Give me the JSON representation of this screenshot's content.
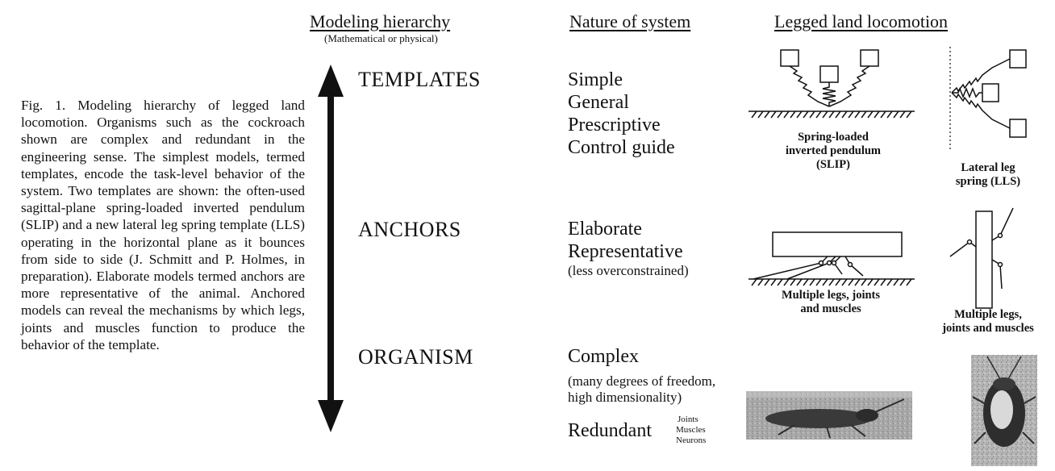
{
  "caption": "Fig. 1. Modeling hierarchy of legged land locomotion. Organisms such as the cockroach shown are complex and redundant in the engineering sense. The simplest models, termed templates, encode the task-level behavior of the system. Two templates are shown: the often-used sagittal-plane spring-loaded inverted pendulum (SLIP) and a new lateral leg spring template (LLS) operating in the horizontal plane as it bounces from side to side (J. Schmitt and P. Holmes, in preparation). Elaborate models termed anchors are more representative of the animal. Anchored models can reveal the mechanisms by which legs, joints and muscles function to produce the behavior of the template.",
  "headers": {
    "hierarchy": "Modeling hierarchy",
    "hierarchy_sub": "(Mathematical or physical)",
    "nature": "Nature of system",
    "locomotion": "Legged land locomotion"
  },
  "levels": {
    "templates": "TEMPLATES",
    "anchors": "ANCHORS",
    "organism": "ORGANISM"
  },
  "nature": {
    "templates": [
      "Simple",
      "General",
      "Prescriptive",
      "Control guide"
    ],
    "anchors": [
      "Elaborate",
      "Representative"
    ],
    "anchors_note": "(less overconstrained)",
    "organism_main": "Complex",
    "organism_note": [
      "(many degrees of freedom,",
      "high dimensionality)"
    ],
    "redundant": "Redundant",
    "redundant_items": [
      "Joints",
      "Muscles",
      "Neurons"
    ]
  },
  "figures": {
    "slip": [
      "Spring-loaded",
      "inverted pendulum",
      "(SLIP)"
    ],
    "lls": [
      "Lateral leg",
      "spring (LLS)"
    ],
    "anchor_side": [
      "Multiple legs, joints",
      "and muscles"
    ],
    "anchor_top": [
      "Multiple legs,",
      "joints and muscles"
    ],
    "photo_side": "cockroach side-view photo",
    "photo_top": "cockroach top-view photo"
  },
  "colors": {
    "ink": "#111111",
    "photo_dark": "#3a3a3a",
    "photo_light": "#b9b9b9"
  }
}
